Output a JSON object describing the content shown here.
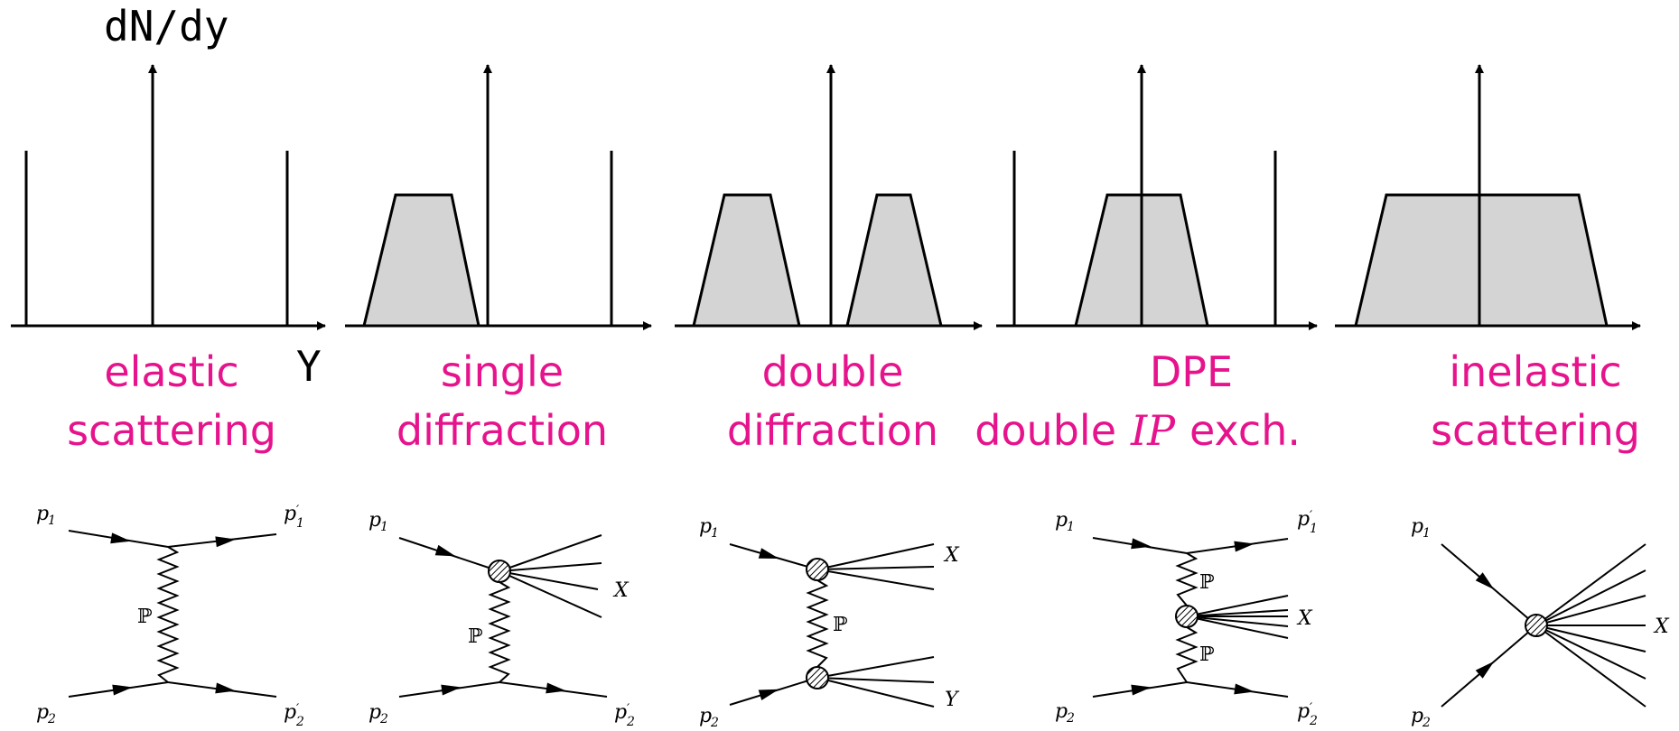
{
  "axis": {
    "ylabel": "dN/dy",
    "xlabel": "Y"
  },
  "panels": [
    {
      "id": "elastic",
      "label_lines": [
        "elastic",
        "scattering"
      ]
    },
    {
      "id": "single",
      "label_lines": [
        "single",
        "diffraction"
      ]
    },
    {
      "id": "double",
      "label_lines": [
        "double",
        "diffraction"
      ]
    },
    {
      "id": "dpe",
      "label_lines": [
        "DPE",
        "double",
        "exch."
      ],
      "pomeron_symbol": "IP"
    },
    {
      "id": "inelastic",
      "label_lines": [
        "inelastic",
        "scattering"
      ]
    }
  ],
  "feynman": {
    "p1": "p",
    "p1_sub": "1",
    "p2": "p",
    "p2_sub": "2",
    "p1prime_sub": "1",
    "p2prime_sub": "2",
    "prime": "′",
    "pomeron": "ℙ",
    "X": "X",
    "Y": "Y"
  },
  "colors": {
    "label": "#e6138c",
    "fill": "#d4d4d4",
    "line": "#000000"
  }
}
